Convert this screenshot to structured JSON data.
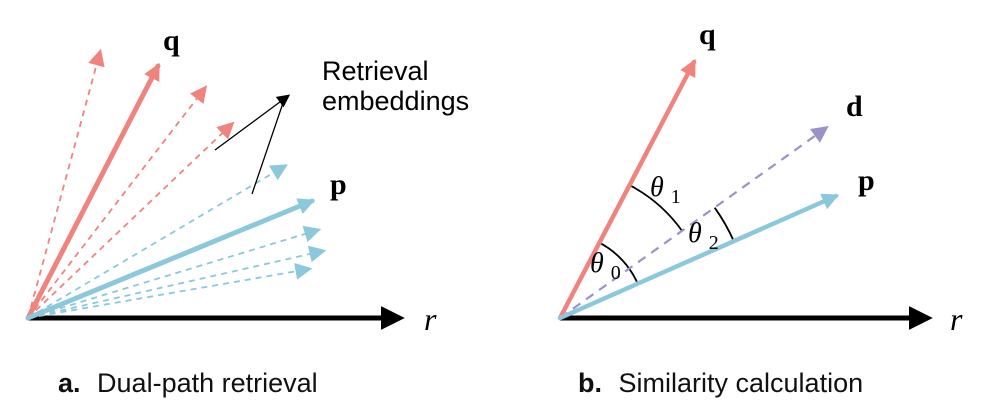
{
  "figure": {
    "panel_a": {
      "caption_prefix": "a.",
      "caption_text": "Dual-path retrieval",
      "annotation_line1": "Retrieval",
      "annotation_line2": "embeddings",
      "label_q": "q",
      "label_p": "p",
      "label_r": "r"
    },
    "panel_b": {
      "caption_prefix": "b.",
      "caption_text": "Similarity calculation",
      "label_q": "q",
      "label_d": "d",
      "label_p": "p",
      "label_r": "r",
      "angle_0": {
        "symbol": "θ",
        "sub": "0"
      },
      "angle_1": {
        "symbol": "θ",
        "sub": "1"
      },
      "angle_2": {
        "symbol": "θ",
        "sub": "2"
      }
    }
  },
  "colors": {
    "query_red": "#f0837e",
    "passage_blue": "#8bc8dc",
    "doc_purple": "#9a93c8",
    "axis_black": "#000000"
  }
}
